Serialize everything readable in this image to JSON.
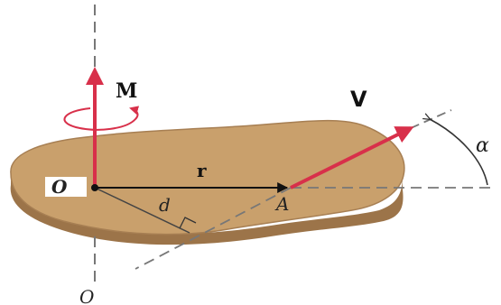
{
  "labels": {
    "moment": "M",
    "velocity": "V",
    "angle": "α",
    "origin": "O",
    "position_vector": "r",
    "distance": "d",
    "point": "A",
    "bottom_axis": "O"
  },
  "colors": {
    "body_fill": "#c9a06c",
    "body_edge": "#9c7449",
    "vector_red": "#d8304a",
    "axis_dash": "#777777",
    "black_vector": "#111111"
  }
}
